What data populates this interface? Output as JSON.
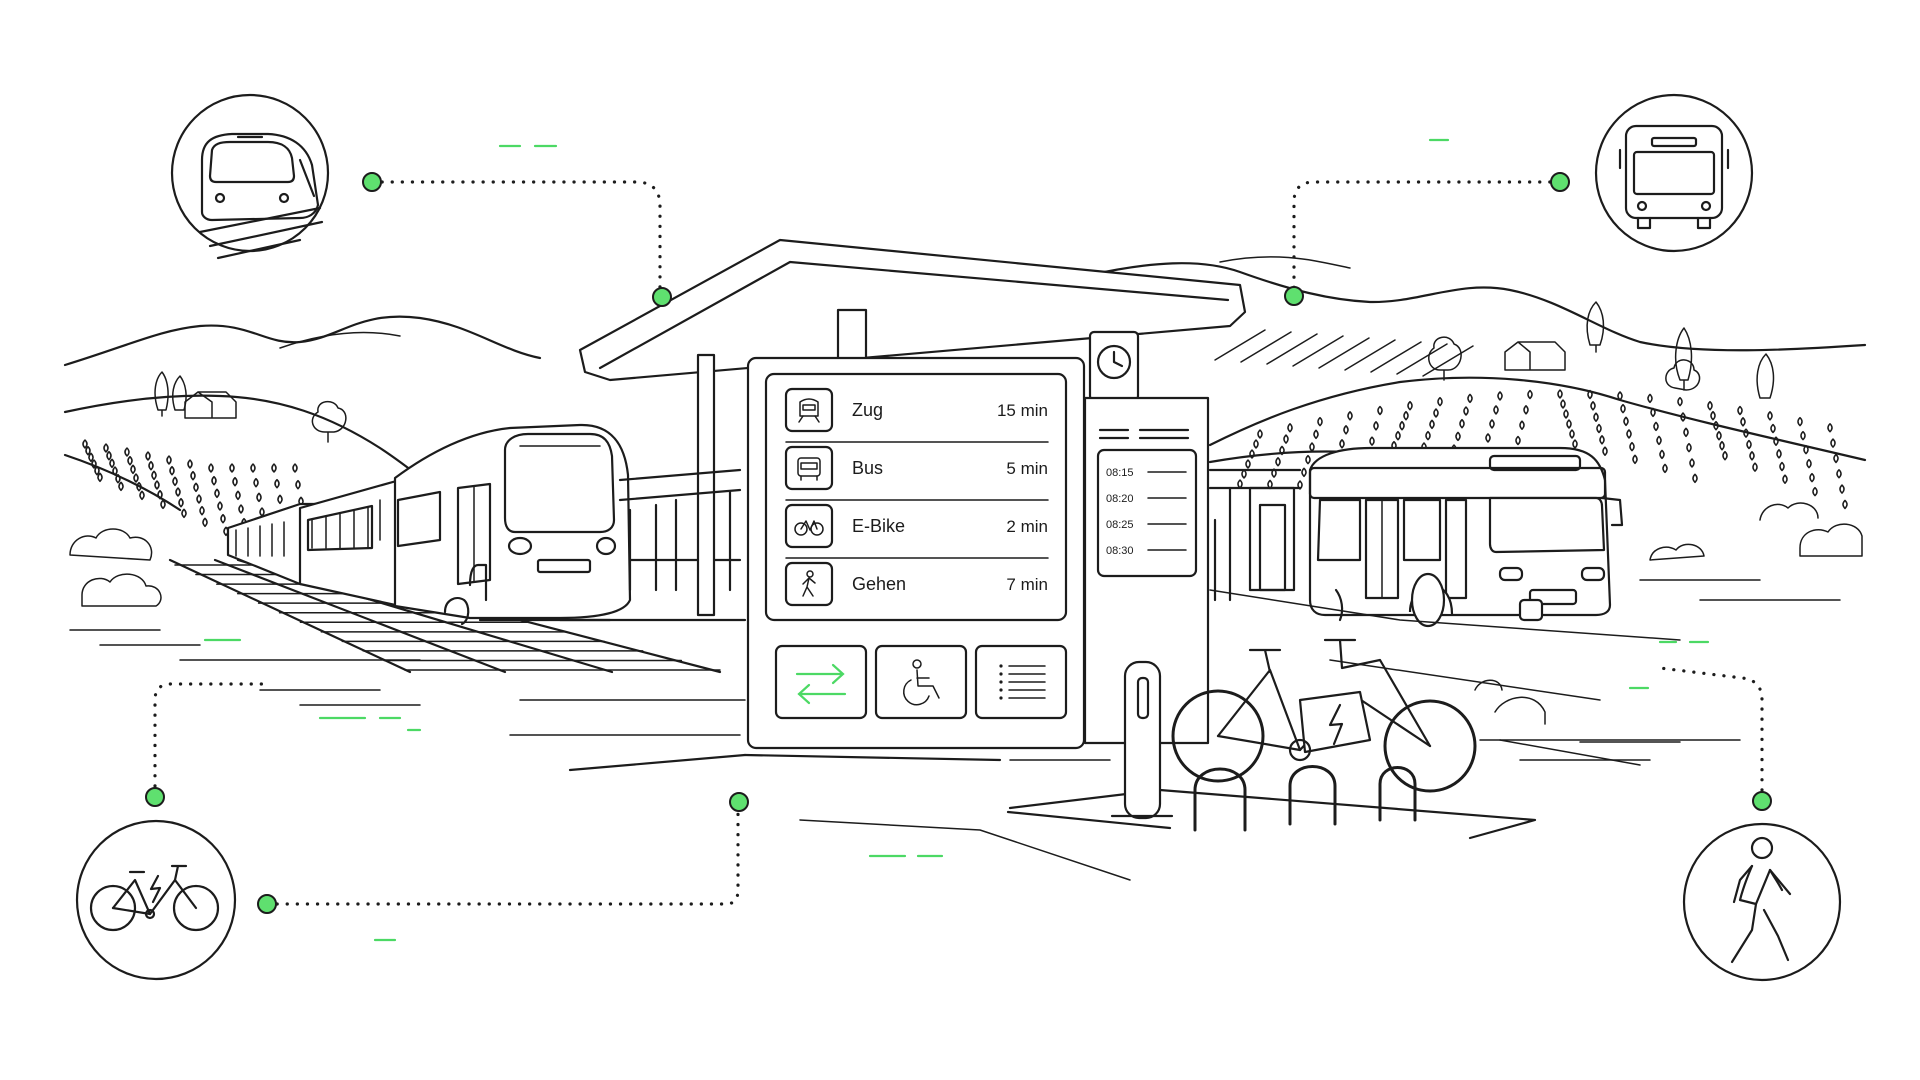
{
  "colors": {
    "ink": "#1c1c1c",
    "accent": "#4cd964",
    "accent_fill": "#5fe06f",
    "background": "#ffffff"
  },
  "kiosk": {
    "routes": [
      {
        "icon": "train-icon",
        "label": "Zug",
        "time": "15 min"
      },
      {
        "icon": "bus-icon",
        "label": "Bus",
        "time": "5 min"
      },
      {
        "icon": "bicycle-icon",
        "label": "E-Bike",
        "time": "2 min"
      },
      {
        "icon": "walking-person-icon",
        "label": "Gehen",
        "time": "7 min"
      }
    ],
    "buttons": [
      {
        "icon": "swap-arrows-icon",
        "highlighted": true
      },
      {
        "icon": "wheelchair-icon",
        "highlighted": false
      },
      {
        "icon": "list-icon",
        "highlighted": false
      }
    ]
  },
  "timetable": {
    "times": [
      "08:15",
      "08:20",
      "08:25",
      "08:30"
    ]
  },
  "corner_badges": [
    {
      "icon": "train-icon",
      "corner": "top-left"
    },
    {
      "icon": "bus-icon",
      "corner": "top-right"
    },
    {
      "icon": "electric-bike-icon",
      "corner": "bottom-left"
    },
    {
      "icon": "walking-person-icon",
      "corner": "bottom-right"
    }
  ]
}
